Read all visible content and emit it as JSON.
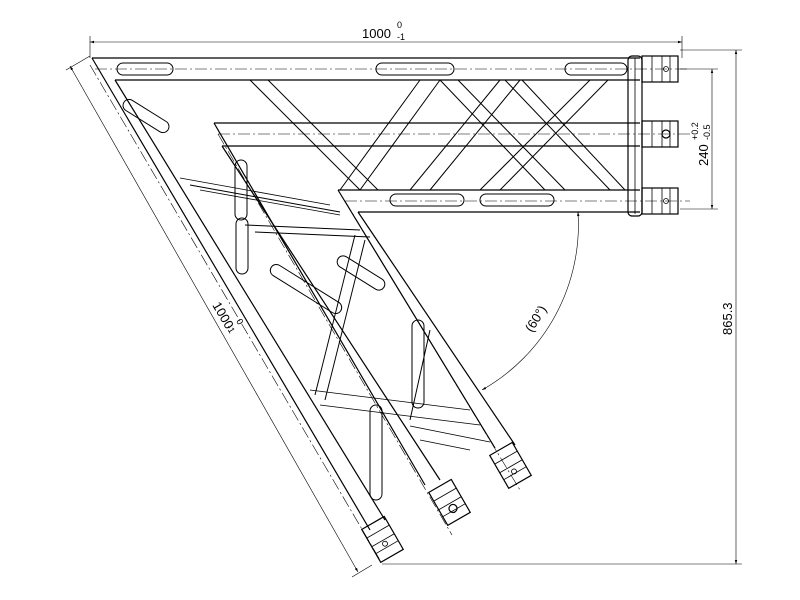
{
  "dimensions": {
    "top_length": {
      "value": "1000",
      "upper_tol": "0",
      "lower_tol": "-1"
    },
    "side_length": {
      "value": "1000",
      "upper_tol": "0",
      "lower_tol": "-1"
    },
    "truss_width": {
      "value": "240",
      "upper_tol": "+0.2",
      "lower_tol": "-0.5"
    },
    "height": {
      "value": "865.3"
    },
    "angle": {
      "value": "(60°)"
    }
  }
}
